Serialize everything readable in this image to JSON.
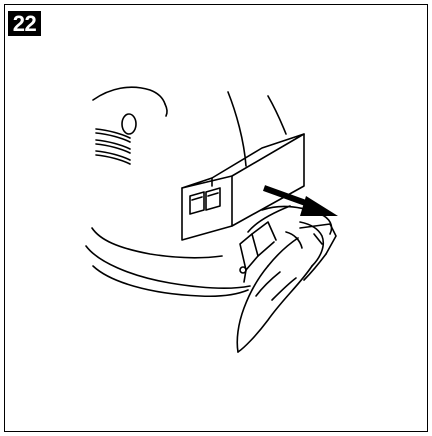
{
  "step": {
    "number": "22"
  },
  "illustration": {
    "subject": "removing-part-from-housing",
    "arrow_direction": "right-down"
  },
  "colors": {
    "line": "#000000",
    "background": "#ffffff",
    "badge_bg": "#000000",
    "badge_text": "#ffffff"
  }
}
